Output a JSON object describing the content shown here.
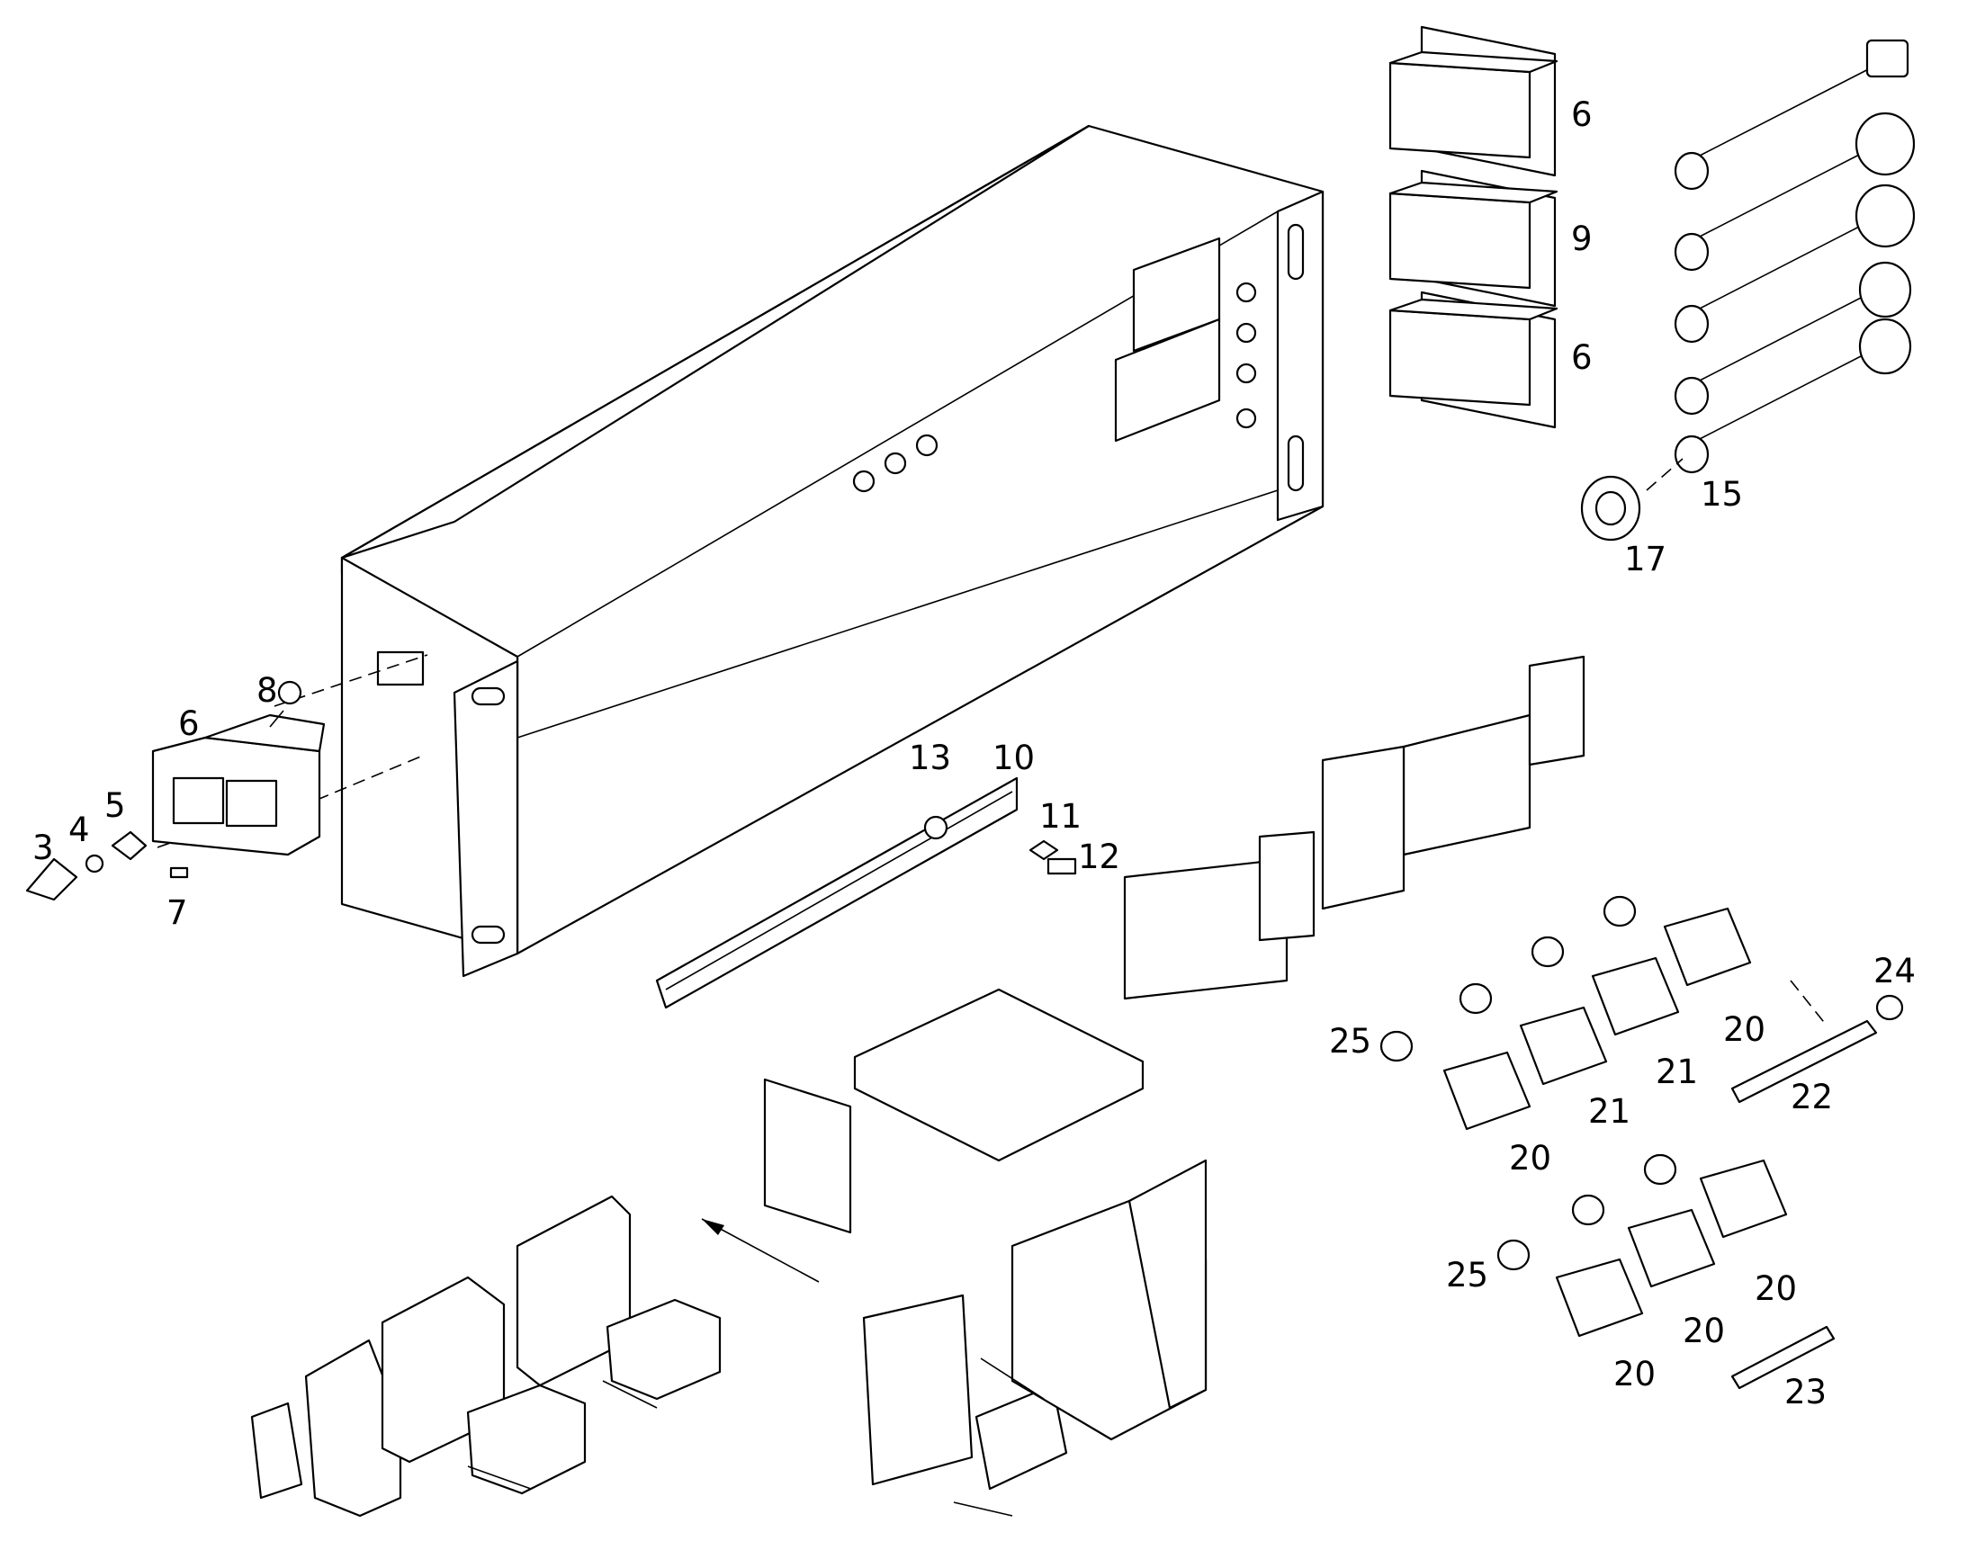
{
  "callouts": [
    {
      "id": "c6a",
      "text": "6"
    },
    {
      "id": "c9",
      "text": "9"
    },
    {
      "id": "c6b",
      "text": "6"
    },
    {
      "id": "c15",
      "text": "15"
    },
    {
      "id": "c17",
      "text": "17"
    },
    {
      "id": "c8",
      "text": "8"
    },
    {
      "id": "c6c",
      "text": "6"
    },
    {
      "id": "c3",
      "text": "3"
    },
    {
      "id": "c4",
      "text": "4"
    },
    {
      "id": "c5",
      "text": "5"
    },
    {
      "id": "c7",
      "text": "7"
    },
    {
      "id": "c13",
      "text": "13"
    },
    {
      "id": "c10",
      "text": "10"
    },
    {
      "id": "c11",
      "text": "11"
    },
    {
      "id": "c12",
      "text": "12"
    },
    {
      "id": "c24",
      "text": "24"
    },
    {
      "id": "c20a",
      "text": "20"
    },
    {
      "id": "c25a",
      "text": "25"
    },
    {
      "id": "c21a",
      "text": "21"
    },
    {
      "id": "c22",
      "text": "22"
    },
    {
      "id": "c21b",
      "text": "21"
    },
    {
      "id": "c20b",
      "text": "20"
    },
    {
      "id": "c25b",
      "text": "25"
    },
    {
      "id": "c20c",
      "text": "20"
    },
    {
      "id": "c20d",
      "text": "20"
    },
    {
      "id": "c20e",
      "text": "20"
    },
    {
      "id": "c23",
      "text": "23"
    }
  ]
}
